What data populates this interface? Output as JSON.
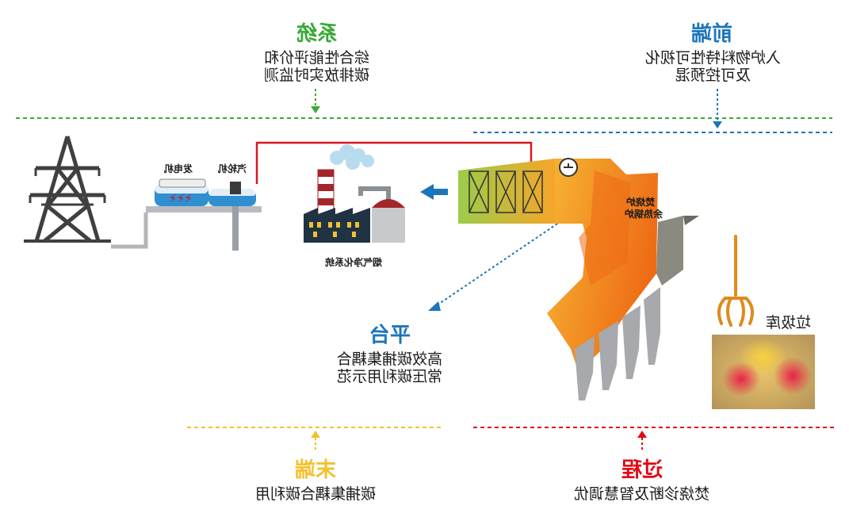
{
  "system": {
    "title": "系统",
    "lines": [
      "综合性能评价和",
      "碳排放实时监测"
    ],
    "color": "#3aaa35"
  },
  "front_end": {
    "title": "前端",
    "lines": [
      "入炉物料特性可视化",
      "及可控预混"
    ],
    "color": "#1b75bb"
  },
  "platform": {
    "title": "平台",
    "lines": [
      "高效碳捕集耦合",
      "常压碳利用示范"
    ],
    "color": "#1b75bb"
  },
  "end": {
    "title": "末端",
    "line": "碳捕集耦合碳利用",
    "color": "#f2c12e"
  },
  "process": {
    "title": "过程",
    "line": "焚烧诊断及智慧调优",
    "color": "#e30613"
  },
  "labels": {
    "generator": "发电机",
    "turbine": "汽轮机",
    "flue_gas": "烟气净化系统",
    "waste_pit": "垃圾库",
    "boiler_text": [
      "焚烧炉",
      "余热锅炉"
    ]
  },
  "colors": {
    "red_line": "#d7191c",
    "boiler_orange": "#f07c1a",
    "boiler_green": "#9ccc4a",
    "tower": "#404040",
    "factory": "#1f3345",
    "chimney_red": "#a3262a"
  }
}
